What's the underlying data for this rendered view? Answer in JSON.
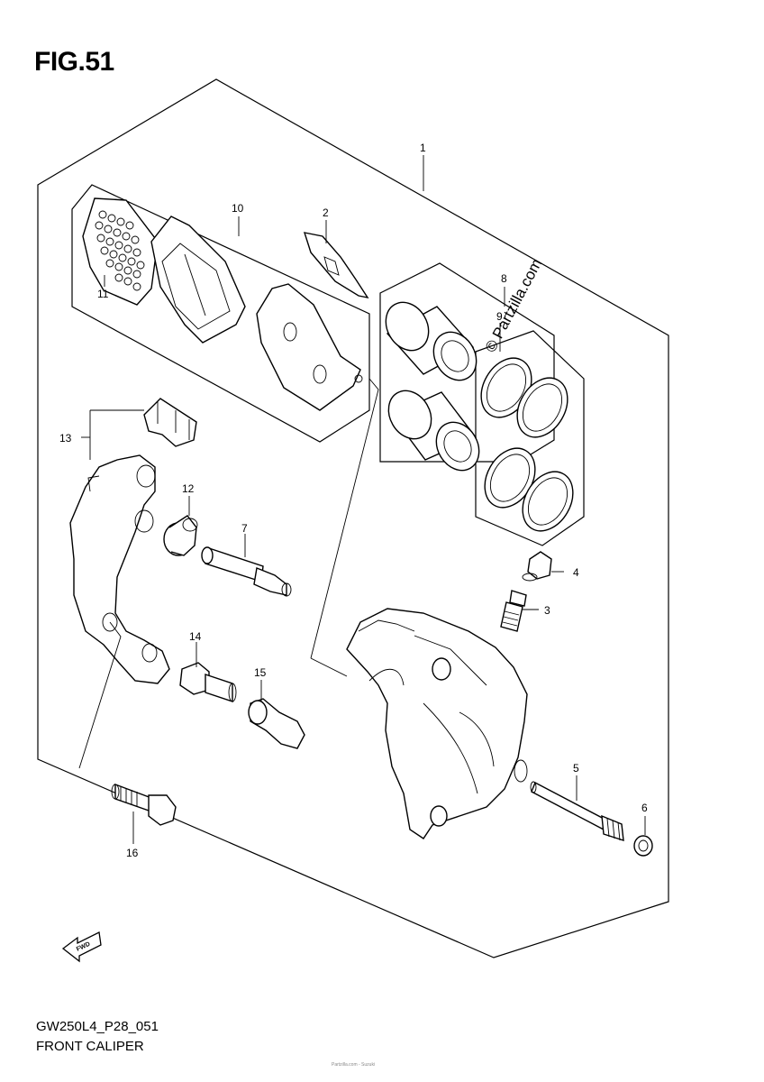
{
  "figure": {
    "title": "FIG.51",
    "model_code": "GW250L4_P28_051",
    "section_name": "FRONT CALIPER",
    "watermark": "© Partzilla.com",
    "fine_print": "Partzilla.com - Suzuki",
    "fwd_label": "FWD"
  },
  "callouts": [
    {
      "id": "1",
      "label": "1"
    },
    {
      "id": "2",
      "label": "2"
    },
    {
      "id": "3",
      "label": "3"
    },
    {
      "id": "4",
      "label": "4"
    },
    {
      "id": "5",
      "label": "5"
    },
    {
      "id": "6",
      "label": "6"
    },
    {
      "id": "7",
      "label": "7"
    },
    {
      "id": "8",
      "label": "8"
    },
    {
      "id": "9",
      "label": "9"
    },
    {
      "id": "10",
      "label": "10"
    },
    {
      "id": "11",
      "label": "11"
    },
    {
      "id": "12",
      "label": "12"
    },
    {
      "id": "13",
      "label": "13"
    },
    {
      "id": "14",
      "label": "14"
    },
    {
      "id": "15",
      "label": "15"
    },
    {
      "id": "16",
      "label": "16"
    }
  ]
}
